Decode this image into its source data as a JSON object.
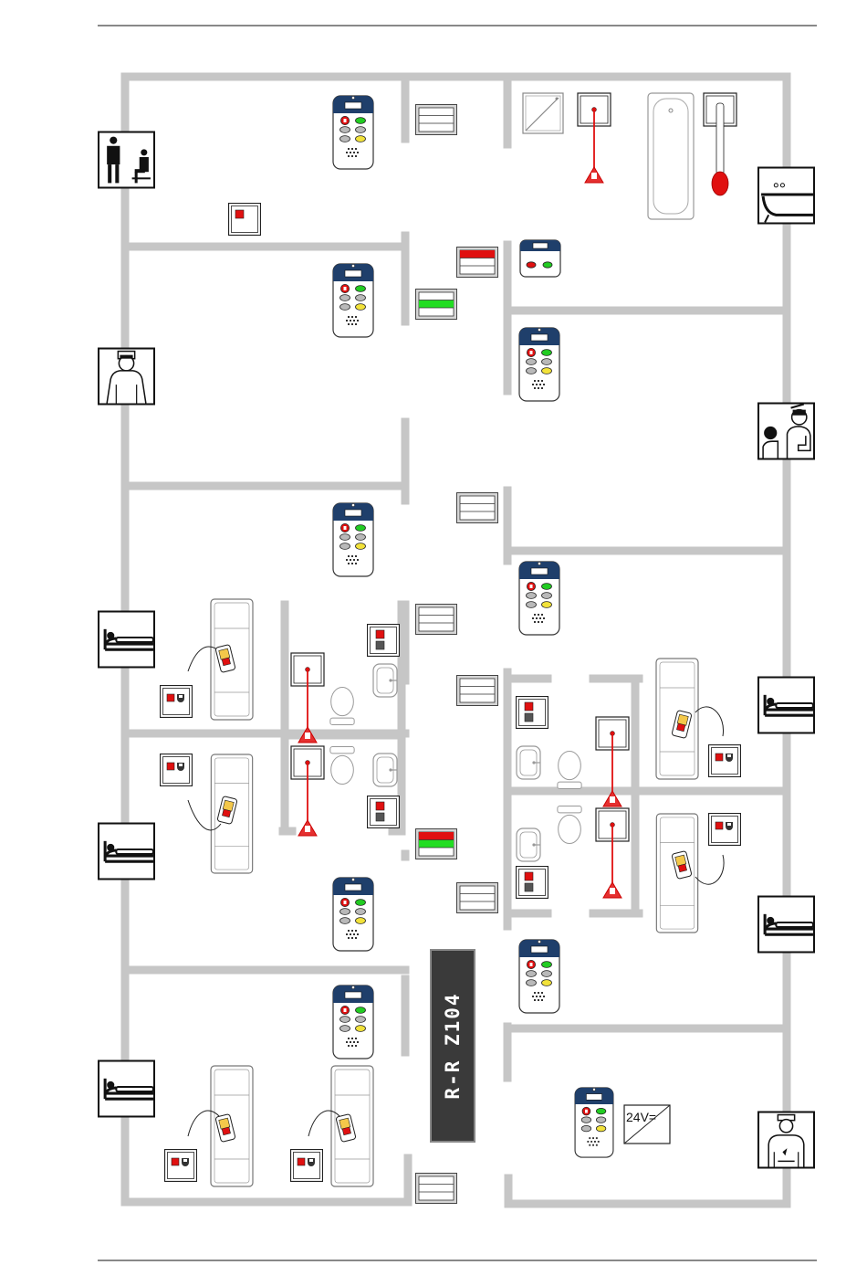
{
  "diagram": {
    "corridor_label": "R-R Z104",
    "power_supply_label": "24V="
  },
  "rooms": [
    {
      "id": "visitor-wc",
      "icon": "visitor-icon"
    },
    {
      "id": "bathroom",
      "icon": "bathtub-icon"
    },
    {
      "id": "staff-room",
      "icon": "nurse-icon"
    },
    {
      "id": "examination-room",
      "icon": "doctor-patient-icon"
    },
    {
      "id": "patient-room-1",
      "icon": "patient-bed-icon"
    },
    {
      "id": "patient-room-2",
      "icon": "patient-bed-icon"
    },
    {
      "id": "patient-room-3",
      "icon": "patient-bed-icon"
    },
    {
      "id": "patient-room-4",
      "icon": "patient-bed-icon"
    },
    {
      "id": "patient-room-5",
      "icon": "patient-bed-icon"
    },
    {
      "id": "duty-room",
      "icon": "duty-staff-icon"
    }
  ],
  "colors": {
    "wall": "#c6c6c6",
    "terminal_header": "#1f3f6b",
    "call_red": "#e01010",
    "reset_green": "#22cc22",
    "presence_yellow": "#f2e23a",
    "alarm_red": "#e53030"
  }
}
